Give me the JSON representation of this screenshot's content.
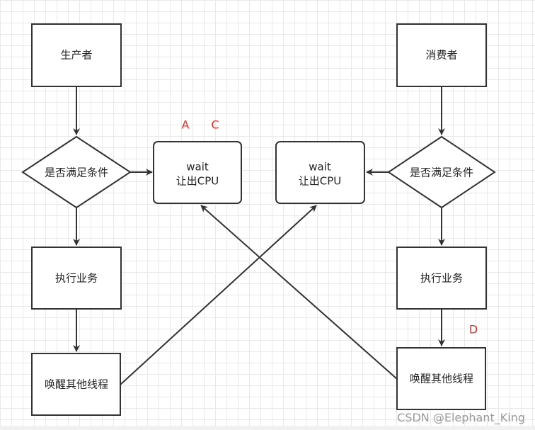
{
  "nodes": {
    "producer": "生产者",
    "consumer": "消费者",
    "producer_check": "是否满足条件",
    "consumer_check": "是否满足条件",
    "left_wait": [
      "wait",
      "让出CPU"
    ],
    "right_wait": [
      "wait",
      "让出CPU"
    ],
    "producer_business": "执行业务",
    "consumer_business": "执行业务",
    "producer_wake": "唤醒其他线程",
    "consumer_wake": "唤醒其他线程"
  },
  "markers": {
    "a": "A",
    "c": "C",
    "d": "D"
  },
  "colors": {
    "stroke": "#333333",
    "marker": "#e0302a"
  },
  "watermark": "CSDN @Elephant_King"
}
